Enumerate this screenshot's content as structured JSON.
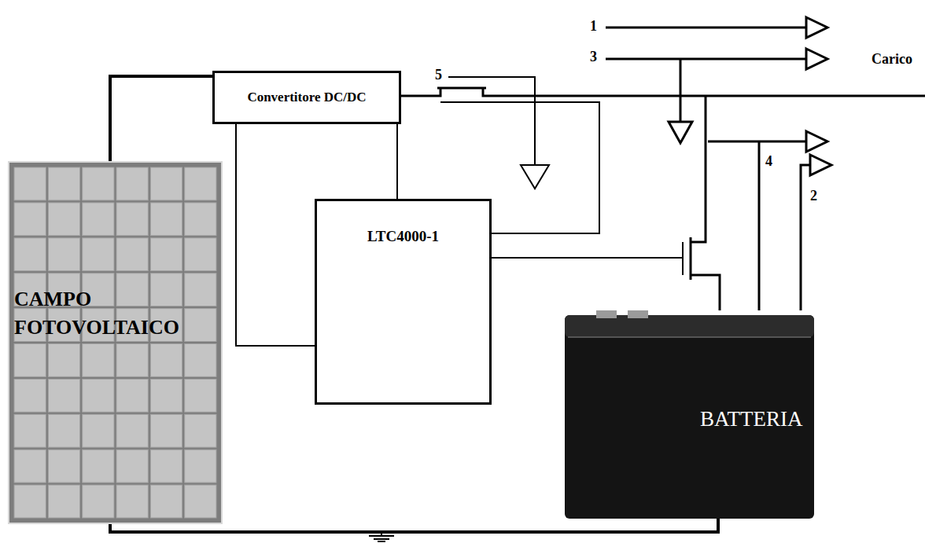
{
  "diagram": {
    "nodes": [
      {
        "text": [
          "Convertitore DC/DC"
        ]
      },
      {
        "text": [
          "LTC4000-1"
        ]
      },
      {
        "text": [
          "CAMPO FOTOVOLTAICO"
        ]
      },
      {
        "text": [
          "BATTERIA"
        ]
      }
    ],
    "edges": [
      {
        "from": 2,
        "to": 0,
        "arrow": "none"
      },
      {
        "from": 2,
        "to": 1,
        "arrow": "none"
      },
      {
        "from": 0,
        "to": 1,
        "arrow": "none"
      },
      {
        "from": 2,
        "to": 3,
        "arrow": "none"
      }
    ],
    "labels": [
      "1",
      "3",
      "5",
      "Carico",
      "4",
      "2"
    ]
  }
}
